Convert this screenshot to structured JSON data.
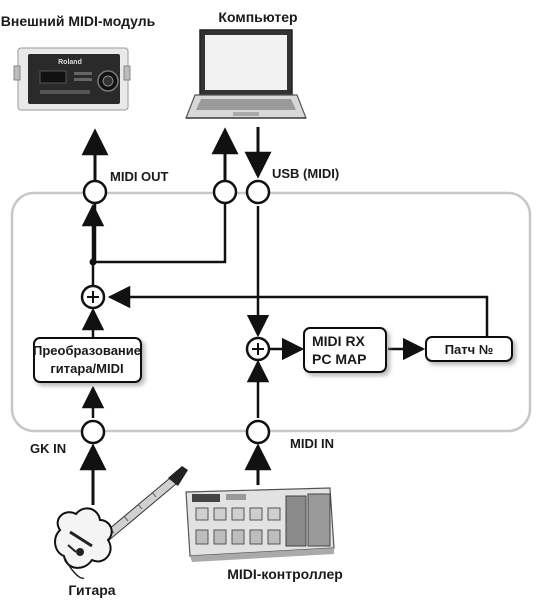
{
  "devices": {
    "external_module": "Внешний MIDI-модуль",
    "computer": "Компьютер",
    "guitar": "Гитара",
    "midi_controller": "MIDI-контроллер",
    "module_brand": "Roland"
  },
  "ports": {
    "midi_out": "MIDI OUT",
    "usb_midi": "USB (MIDI)",
    "gk_in": "GK IN",
    "midi_in": "MIDI IN"
  },
  "blocks": {
    "conversion_line1": "Преобразование",
    "conversion_line2": "гитара/MIDI",
    "midi_rx_line1": "MIDI RX",
    "midi_rx_line2": "PC MAP",
    "patch": "Патч №"
  },
  "colors": {
    "line": "#111111",
    "frame": "#c8c8c8",
    "device_dark": "#2a2a2a",
    "device_light": "#e6e6e6"
  }
}
